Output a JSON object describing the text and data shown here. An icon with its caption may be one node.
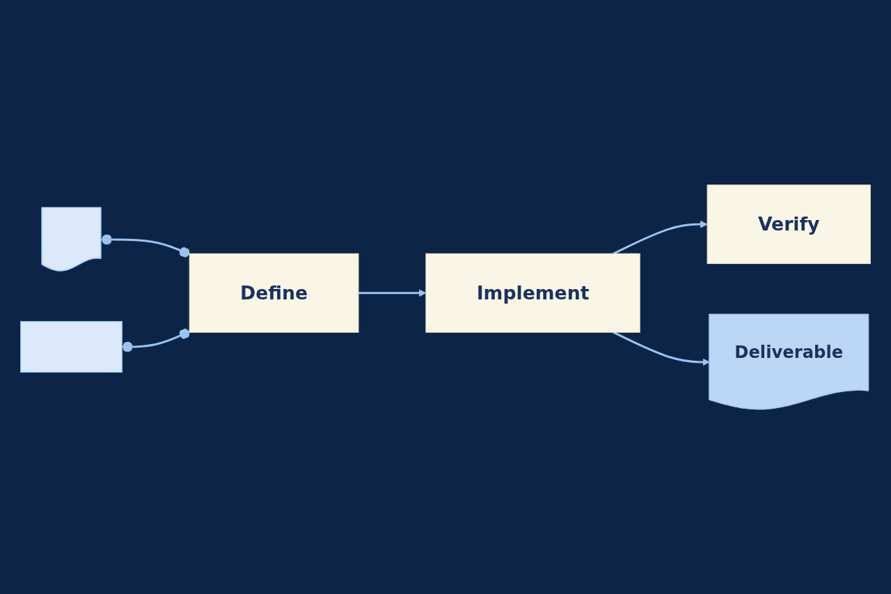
{
  "diagram": {
    "nodes": [
      {
        "text": [],
        "shape": "document"
      },
      {
        "text": [],
        "shape": "box"
      },
      {
        "text": [
          "Define"
        ]
      },
      {
        "text": [
          "Implement"
        ]
      },
      {
        "text": [
          "Verify"
        ]
      },
      {
        "text": [
          "Deliverable"
        ]
      }
    ],
    "edges": [
      {
        "from": 0,
        "to": 2,
        "arrow": "other"
      },
      {
        "from": 1,
        "to": 2,
        "arrow": "other"
      },
      {
        "from": 2,
        "to": 3,
        "arrow": "to"
      },
      {
        "from": 3,
        "to": 4,
        "arrow": "to"
      },
      {
        "from": 3,
        "to": 5,
        "arrow": "to"
      }
    ]
  }
}
